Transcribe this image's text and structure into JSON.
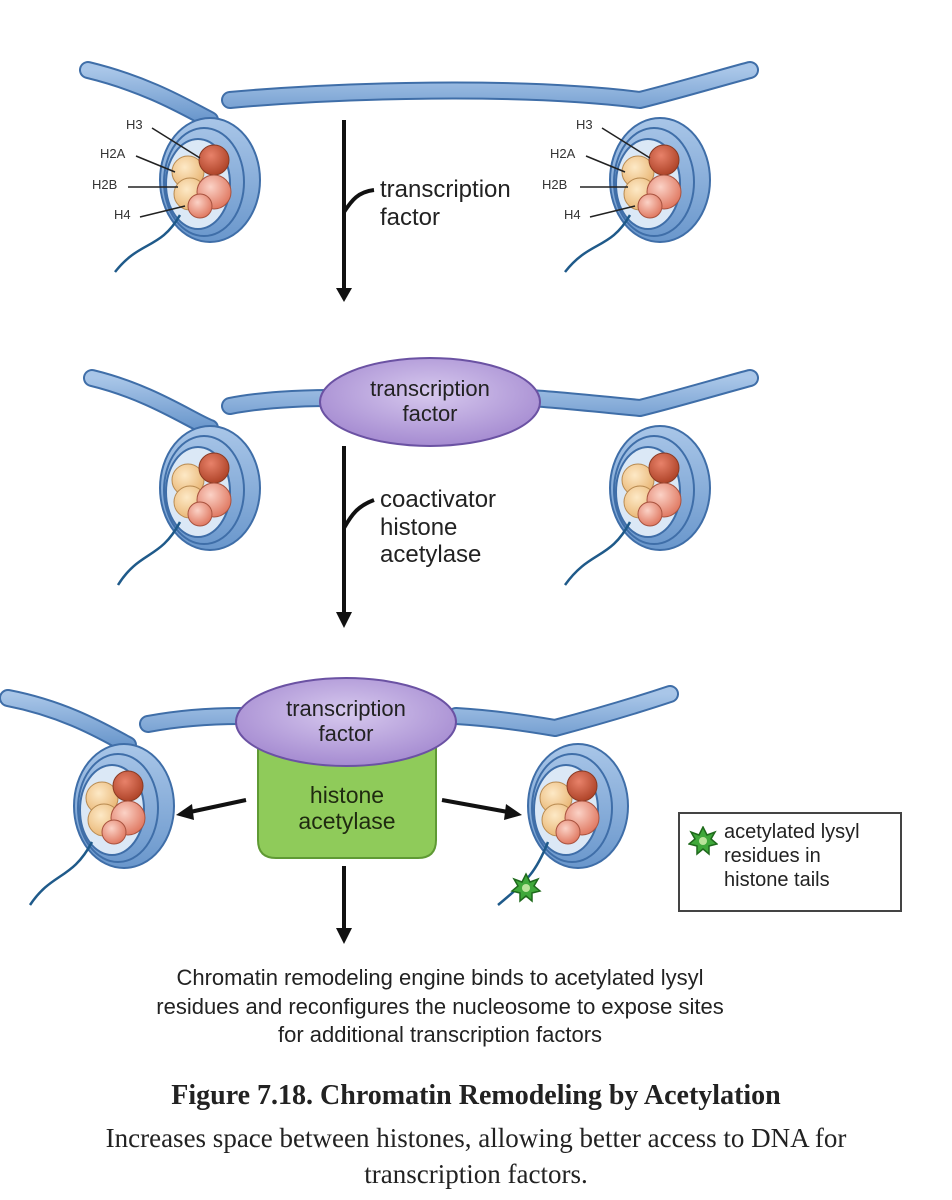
{
  "histone_labels": {
    "h3": "H3",
    "h2a": "H2A",
    "h2b": "H2B",
    "h4": "H4"
  },
  "step1": {
    "arrow_label": "transcription\nfactor"
  },
  "step2": {
    "oval_label": "transcription\nfactor",
    "arrow_label": "coactivator\nhistone\nacetylase"
  },
  "step3": {
    "oval_label": "transcription\nfactor",
    "enzyme_label": "histone\nacetylase"
  },
  "legend": {
    "text": "acetylated lysyl\nresidues in\nhistone tails"
  },
  "result_text": "Chromatin remodeling engine binds to acetylated lysyl\nresidues and reconfigures the nucleosome to expose sites\nfor additional transcription factors",
  "caption": {
    "title": "Figure 7.18.  Chromatin Remodeling by Acetylation",
    "subtitle": "Increases space between histones, allowing better access to DNA for\ntranscription factors."
  },
  "colors": {
    "dna_fill": "#7fa8d6",
    "dna_stroke": "#3f6ea8",
    "histone_light": "#f5cf98",
    "histone_dark": "#c95a3a",
    "oval_fill": "#b9a4dc",
    "enzyme_fill": "#8fcb5a",
    "acetyl_green": "#3fa83a"
  }
}
